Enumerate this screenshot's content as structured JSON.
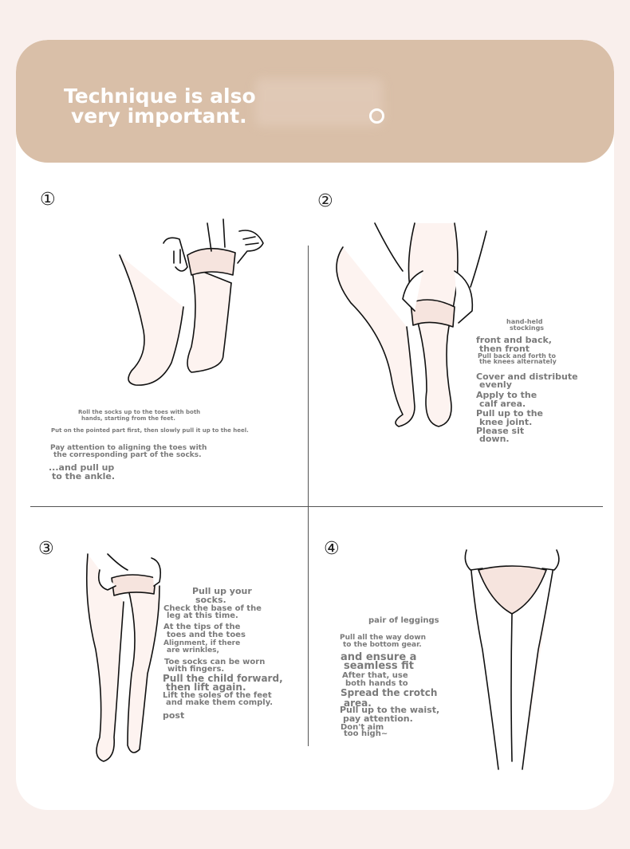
{
  "banner": {
    "title_line1": "Technique is also",
    "title_line2": "very important.",
    "accent_color": "#d9bfa8"
  },
  "steps": [
    {
      "number": "①",
      "texts": [
        "Roll the socks up to the toes with both",
        "hands, starting from the feet.",
        "Put on the pointed part first, then slowly pull it up to the heel.",
        "Pay attention to aligning the toes with",
        "the corresponding part of the socks.",
        "...and pull up",
        "to the ankle."
      ]
    },
    {
      "number": "②",
      "texts": [
        "hand-held",
        "stockings",
        "front and back,",
        "then front",
        "Pull back and forth to",
        "the knees alternately",
        "Cover and distribute",
        "evenly",
        "Apply to the",
        "calf area.",
        "Pull up to the",
        "knee joint.",
        "Please sit",
        "down."
      ]
    },
    {
      "number": "③",
      "texts": [
        "Pull up your",
        "socks.",
        "Check the base of the",
        "leg at this time.",
        "At the tips of the",
        "toes and the toes",
        "Alignment, if there",
        "are wrinkles,",
        "Toe socks can be worn",
        "with fingers.",
        "Pull the child forward,",
        "then lift again.",
        "Lift the soles of the feet",
        "and make them comply.",
        "post"
      ]
    },
    {
      "number": "④",
      "texts": [
        "pair of leggings",
        "Pull all the way down",
        "to the bottom gear.",
        "and ensure a",
        "seamless fit",
        "After that, use",
        "both hands to",
        "Spread the crotch",
        "area.",
        "Pull up to the waist,",
        "pay attention.",
        "Don't aim",
        "too high~"
      ]
    }
  ]
}
